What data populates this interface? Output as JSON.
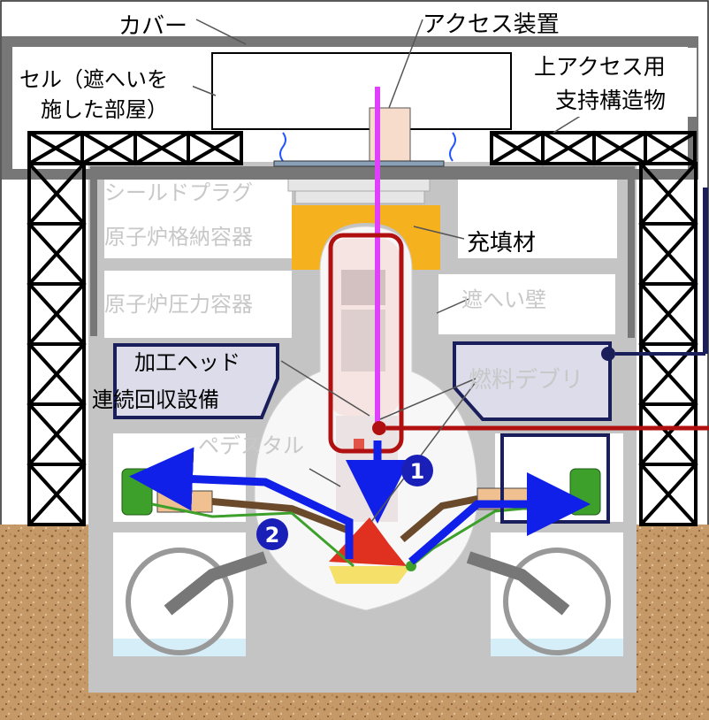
{
  "labels": {
    "cover": "カバー",
    "access_device": "アクセス装置",
    "cell_line1": "セル（遮へいを",
    "cell_line2": "施した部屋）",
    "upper_support_line1": "上アクセス用",
    "upper_support_line2": "支持構造物",
    "shield_plug": "シールドプラグ",
    "containment_vessel": "原子炉格納容器",
    "pressure_vessel": "原子炉圧力容器",
    "filling_material": "充填材",
    "shield_wall": "遮へい壁",
    "processing_head": "加工ヘッド",
    "fuel_debris": "燃料デブリ",
    "recovery_line1": "連続回収設備",
    "pedestal": "ペデスタル"
  },
  "markers": {
    "step1": "1",
    "step2": "2"
  },
  "colors": {
    "frame": "#000000",
    "building": "#bdbdbd",
    "chamber": "#ffffff",
    "filling": "#f5b11e",
    "rod": "#e040fb",
    "flow": "#1020e8",
    "red_box": "#b01010",
    "navy": "#1a1f5c",
    "soil": "#c49a6a",
    "water": "#d6eef8",
    "green": "#3da02b",
    "arm": "#f0c090",
    "debris": "#e03020"
  }
}
